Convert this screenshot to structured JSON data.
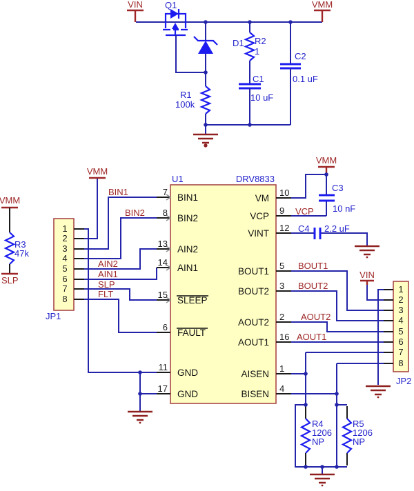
{
  "nets": {
    "vin": "VIN",
    "vmm": "VMM",
    "vcp": "VCP",
    "slp": "SLP",
    "flt": "FLT",
    "bin1": "BIN1",
    "bin2": "BIN2",
    "ain1": "AIN1",
    "ain2": "AIN2",
    "bout1": "BOUT1",
    "bout2": "BOUT2",
    "aout1": "AOUT1",
    "aout2": "AOUT2"
  },
  "components": {
    "q1": {
      "ref": "Q1"
    },
    "d1": {
      "ref": "D1"
    },
    "r1": {
      "ref": "R1",
      "value": "100k"
    },
    "r2": {
      "ref": "R2",
      "value": "1"
    },
    "r3": {
      "ref": "R3",
      "value": "47k"
    },
    "r4": {
      "ref": "R4",
      "value": "1206",
      "note": "NP"
    },
    "r5": {
      "ref": "R5",
      "value": "1206",
      "note": "NP"
    },
    "c1": {
      "ref": "C1",
      "value": "10 uF"
    },
    "c2": {
      "ref": "C2",
      "value": "0.1 uF"
    },
    "c3": {
      "ref": "C3",
      "value": "10 nF"
    },
    "c4": {
      "ref": "C4",
      "value": "2.2 uF"
    },
    "u1": {
      "ref": "U1",
      "part": "DRV8833"
    },
    "jp1": {
      "ref": "JP1",
      "pins": [
        "1",
        "2",
        "3",
        "4",
        "5",
        "6",
        "7",
        "8"
      ]
    },
    "jp2": {
      "ref": "JP2",
      "pins": [
        "1",
        "2",
        "3",
        "4",
        "5",
        "6",
        "7",
        "8"
      ]
    }
  },
  "ic_pins": {
    "left": [
      {
        "num": "7",
        "name": "BIN1"
      },
      {
        "num": "8",
        "name": "BIN2"
      },
      {
        "num": "13",
        "name": "AIN2"
      },
      {
        "num": "14",
        "name": "AIN1"
      },
      {
        "num": "15",
        "name": "SLEEP"
      },
      {
        "num": "6",
        "name": "FAULT"
      },
      {
        "num": "11",
        "name": "GND"
      },
      {
        "num": "17",
        "name": "GND"
      }
    ],
    "right": [
      {
        "num": "10",
        "name": "VM"
      },
      {
        "num": "9",
        "name": "VCP"
      },
      {
        "num": "12",
        "name": "VINT"
      },
      {
        "num": "5",
        "name": "BOUT1"
      },
      {
        "num": "3",
        "name": "BOUT2"
      },
      {
        "num": "2",
        "name": "AOUT2"
      },
      {
        "num": "16",
        "name": "AOUT1"
      },
      {
        "num": "1",
        "name": "AISEN"
      },
      {
        "num": "4",
        "name": "BISEN"
      }
    ]
  },
  "colors": {
    "wire": "#2424aa",
    "symbol": "#1c1cf0",
    "label_blue": "#2222cc",
    "net_label_red": "#9e2626",
    "ground_red": "#8f2020",
    "ic_fill": "#ffffc4",
    "ic_border": "#a84848",
    "pin_text": "#1a1a1a"
  }
}
